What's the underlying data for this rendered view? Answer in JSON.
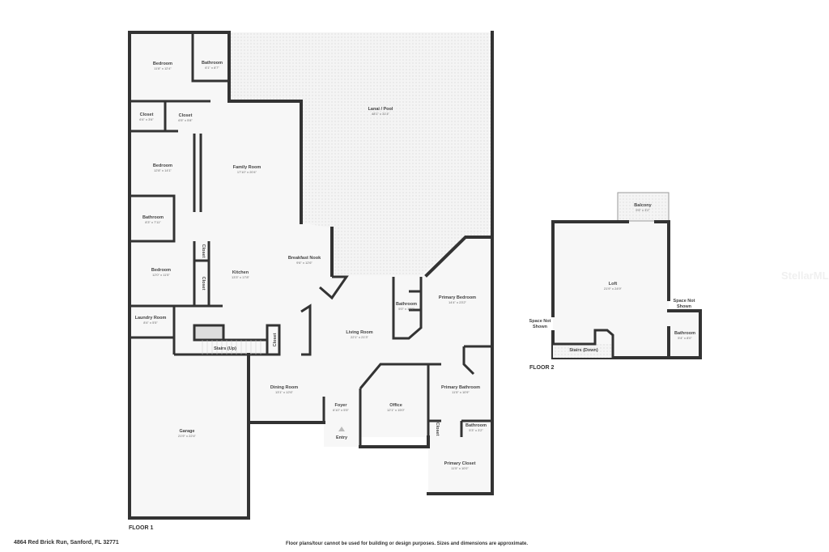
{
  "floor1": {
    "label": "FLOOR 1",
    "rooms": [
      {
        "name": "Bedroom",
        "dim": "11'8\" x 12'4\""
      },
      {
        "name": "Bathroom",
        "dim": "6'1\" x 8'7\""
      },
      {
        "name": "Lanai / Pool",
        "dim": "48'1\" x 31'4\""
      },
      {
        "name": "Closet",
        "dim": "6'4\" x 3'6\""
      },
      {
        "name": "Closet",
        "dim": "6'5\" x 5'8\""
      },
      {
        "name": "Bedroom",
        "dim": "12'8\" x 14'1\""
      },
      {
        "name": "Family Room",
        "dim": "17'10\" x 20'4\""
      },
      {
        "name": "Bathroom",
        "dim": "8'3\" x 7'11\""
      },
      {
        "name": "Bedroom",
        "dim": "12'0\" x 11'5\""
      },
      {
        "name": "Kitchen",
        "dim": "13'3\" x 17'8\""
      },
      {
        "name": "Breakfast Nook",
        "dim": "9'6\" x 12'6\""
      },
      {
        "name": "Bathroom",
        "dim": "5'0\" x 11'1\""
      },
      {
        "name": "Primary Bedroom",
        "dim": "14'4\" x 23'2\""
      },
      {
        "name": "Laundry Room",
        "dim": "8'4\" x 5'5\""
      },
      {
        "name": "Living Room",
        "dim": "22'1\" x 21'3\""
      },
      {
        "name": "Dining Room",
        "dim": "13'1\" x 12'6\""
      },
      {
        "name": "Foyer",
        "dim": "6'10\" x 5'5\""
      },
      {
        "name": "Office",
        "dim": "12'1\" x 15'0\""
      },
      {
        "name": "Primary Bathroom",
        "dim": "11'5\" x 10'9\""
      },
      {
        "name": "Garage",
        "dim": "21'9\" x 22'4\""
      },
      {
        "name": "Bathroom",
        "dim": "5'3\" x 3'2\""
      },
      {
        "name": "Primary Closet",
        "dim": "11'5\" x 10'0\""
      }
    ],
    "closet_labels": [
      "Closet",
      "Closet",
      "Closet",
      "Closet"
    ],
    "stairs": "Stairs (Up)",
    "entry": "Entry"
  },
  "floor2": {
    "label": "FLOOR 2",
    "rooms": [
      {
        "name": "Balcony",
        "dim": "9'5\" x 3'2\""
      },
      {
        "name": "Loft",
        "dim": "21'9\" x 24'9\""
      },
      {
        "name": "Bathroom",
        "dim": "5'4\" x 8'0\""
      }
    ],
    "space_not_shown": [
      "Space Not",
      "Shown"
    ],
    "stairs": "Stairs (Down)"
  },
  "watermark": "StellarMLS",
  "footer": {
    "address": "4864 Red Brick Run, Sanford, FL 32771",
    "disclaimer": "Floor plans/tour cannot be used for building or design purposes. Sizes and dimensions are approximate."
  },
  "colors": {
    "wall": "#333333",
    "floor": "#f7f7f7",
    "hatch": "#e4e4e4"
  }
}
